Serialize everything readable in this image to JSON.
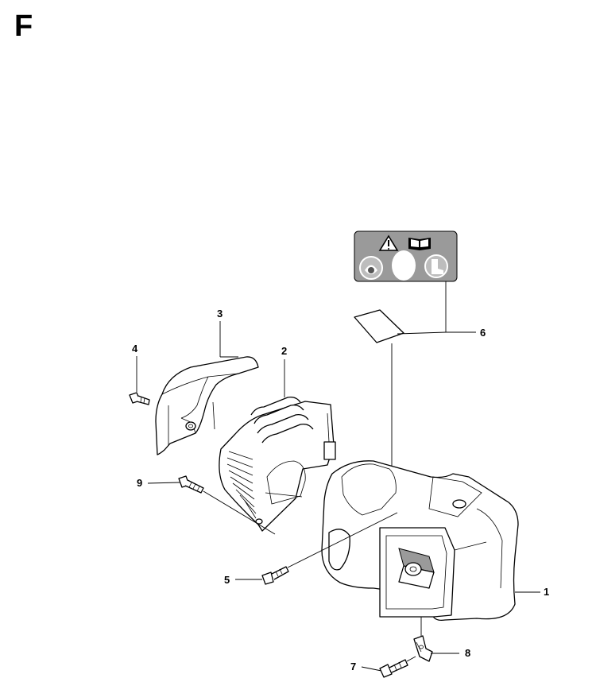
{
  "page_letter": "F",
  "callouts": [
    {
      "id": "1",
      "label": "1"
    },
    {
      "id": "2",
      "label": "2"
    },
    {
      "id": "3",
      "label": "3"
    },
    {
      "id": "4",
      "label": "4"
    },
    {
      "id": "5",
      "label": "5"
    },
    {
      "id": "6",
      "label": "6"
    },
    {
      "id": "7",
      "label": "7"
    },
    {
      "id": "8",
      "label": "8"
    },
    {
      "id": "9",
      "label": "9"
    }
  ],
  "colors": {
    "decal_background": "#9a9a9a",
    "line": "#000000",
    "fill": "#ffffff"
  },
  "decal_icons": [
    "warning-triangle-icon",
    "manual-book-icon",
    "face-protection-icon",
    "ear-protection-icon",
    "boot-icon"
  ]
}
